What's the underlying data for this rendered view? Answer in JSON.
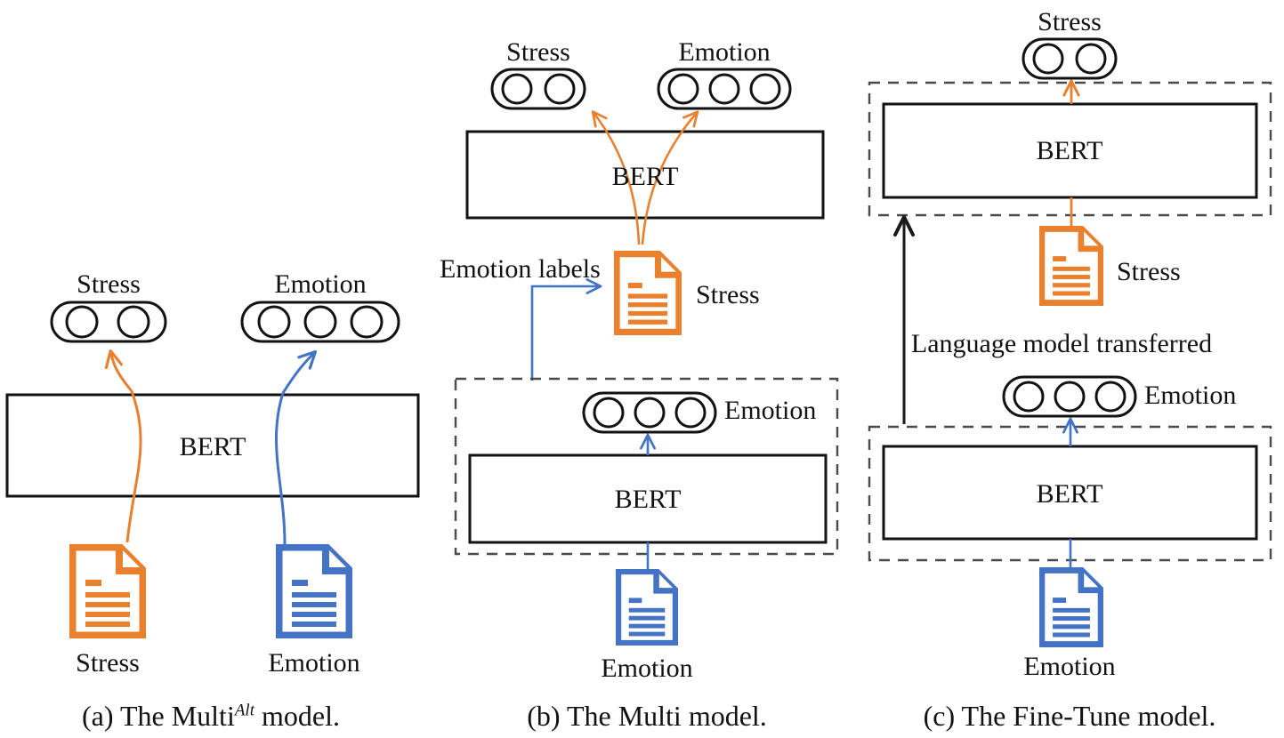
{
  "figure": {
    "colors": {
      "orange": "#E8802E",
      "blue": "#4472C4",
      "black": "#1A1A1A",
      "dashed": "#4A4A4A"
    },
    "panels": [
      {
        "id": "a",
        "caption_prefix": "(a) The Multi",
        "caption_sup": "Alt",
        "caption_suffix": " model.",
        "encoder_label": "BERT",
        "heads": [
          {
            "name": "stress-head",
            "label": "Stress",
            "units": 2,
            "arrow_color": "#E8802E"
          },
          {
            "name": "emotion-head",
            "label": "Emotion",
            "units": 3,
            "arrow_color": "#4472C4"
          }
        ],
        "inputs": [
          {
            "name": "stress-document",
            "label": "Stress",
            "color": "#E8802E"
          },
          {
            "name": "emotion-document",
            "label": "Emotion",
            "color": "#4472C4"
          }
        ]
      },
      {
        "id": "b",
        "caption_prefix": "(b) The Multi model.",
        "caption_sup": "",
        "caption_suffix": "",
        "encoder_label": "BERT",
        "heads": [
          {
            "name": "stress-head",
            "label": "Stress",
            "units": 2,
            "arrow_color": "#E8802E"
          },
          {
            "name": "emotion-head",
            "label": "Emotion",
            "units": 3,
            "arrow_color": "#E8802E"
          }
        ],
        "inner_head": {
          "name": "emotion-head-inner",
          "label": "Emotion",
          "units": 3,
          "arrow_color": "#4472C4"
        },
        "inner_encoder_label": "BERT",
        "transfer_label": "Emotion labels",
        "documents": [
          {
            "name": "stress-document",
            "label": "Stress",
            "color": "#E8802E"
          },
          {
            "name": "emotion-document",
            "label": "Emotion",
            "color": "#4472C4"
          }
        ]
      },
      {
        "id": "c",
        "caption_prefix": "(c) The Fine-Tune model.",
        "caption_sup": "",
        "caption_suffix": "",
        "top_head": {
          "name": "stress-head",
          "label": "Stress",
          "units": 2,
          "arrow_color": "#E8802E"
        },
        "top_encoder_label": "BERT",
        "stress_document": {
          "name": "stress-document",
          "label": "Stress",
          "color": "#E8802E"
        },
        "transfer_label": "Language model transferred",
        "mid_head": {
          "name": "emotion-head",
          "label": "Emotion",
          "units": 3,
          "arrow_color": "#4472C4"
        },
        "bottom_encoder_label": "BERT",
        "emotion_document": {
          "name": "emotion-document",
          "label": "Emotion",
          "color": "#4472C4"
        }
      }
    ]
  }
}
